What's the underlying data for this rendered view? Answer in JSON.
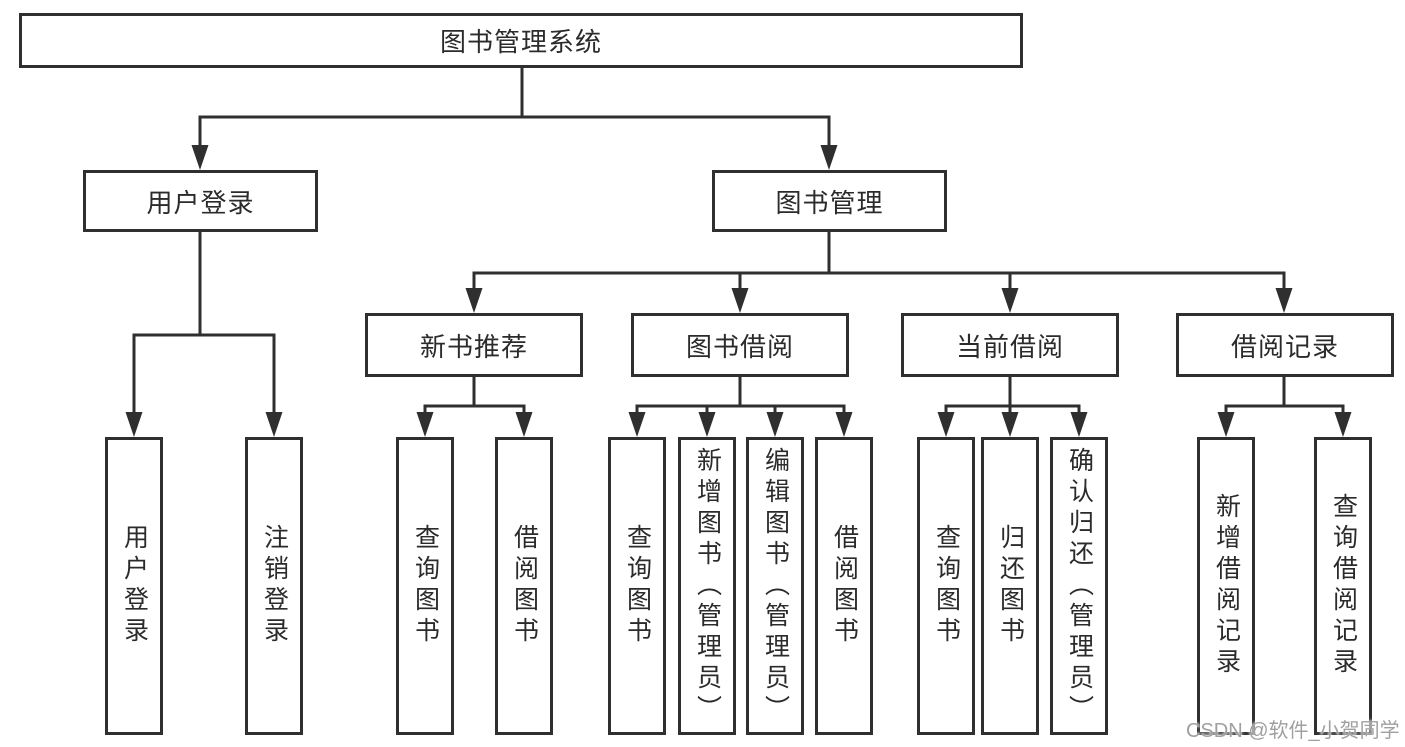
{
  "tree": {
    "label": "图书管理系统",
    "children": [
      {
        "label": "用户登录",
        "children": [
          {
            "label": "用户登录"
          },
          {
            "label": "注销登录"
          }
        ]
      },
      {
        "label": "图书管理",
        "children": [
          {
            "label": "新书推荐",
            "children": [
              {
                "label": "查询图书"
              },
              {
                "label": "借阅图书"
              }
            ]
          },
          {
            "label": "图书借阅",
            "children": [
              {
                "label": "查询图书"
              },
              {
                "label": "新增图书（管理员）"
              },
              {
                "label": "编辑图书（管理员）"
              },
              {
                "label": "借阅图书"
              }
            ]
          },
          {
            "label": "当前借阅",
            "children": [
              {
                "label": "查询图书"
              },
              {
                "label": "归还图书"
              },
              {
                "label": "确认归还（管理员）"
              }
            ]
          },
          {
            "label": "借阅记录",
            "children": [
              {
                "label": "新增借阅记录"
              },
              {
                "label": "查询借阅记录"
              }
            ]
          }
        ]
      }
    ]
  },
  "watermark": {
    "text": "CSDN @软件_小贺同学"
  },
  "colors": {
    "line": "#2f2f2f",
    "box_border": "#2f2f2f",
    "box_fill": "#ffffff",
    "text": "#2b2b2b",
    "watermark": "#a0a0a0",
    "background": "#ffffff"
  }
}
